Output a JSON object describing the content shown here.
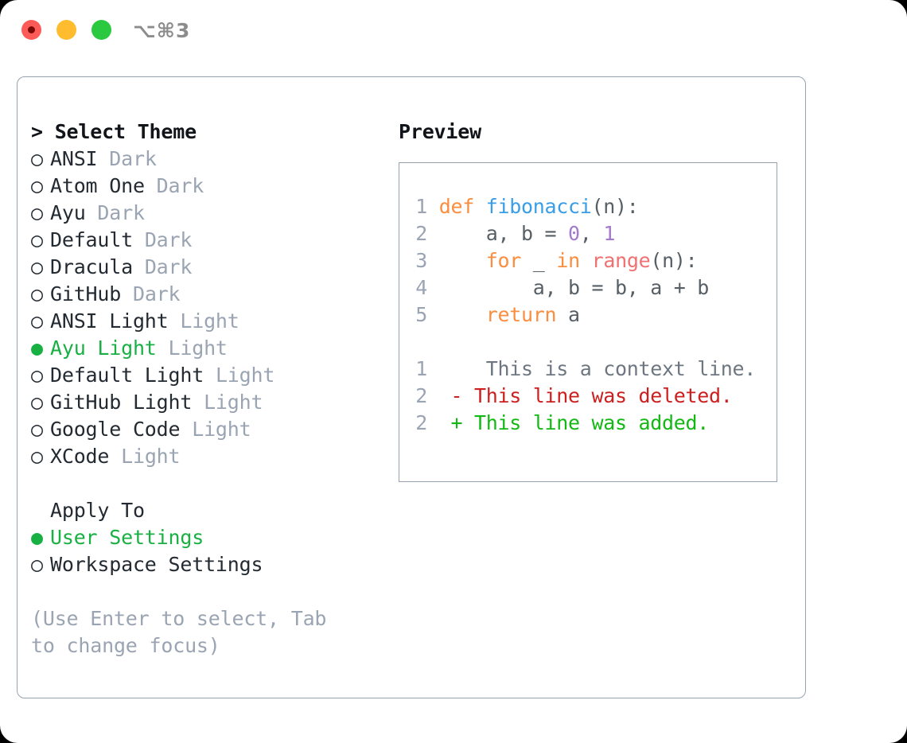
{
  "titlebar": {
    "lights": [
      {
        "name": "close",
        "color": "#fc5b58",
        "recording": true
      },
      {
        "name": "minimize",
        "color": "#febc2e",
        "recording": false
      },
      {
        "name": "zoom",
        "color": "#2ac940",
        "recording": false
      }
    ],
    "shortcut": "⌥⌘3"
  },
  "theme_picker": {
    "heading": "> Select Theme",
    "bullet_unselected": "○",
    "bullet_selected": "●",
    "accent_color": "#19b043",
    "variant_color": "#9aa4b2",
    "items": [
      {
        "bullet": "○",
        "name": "ANSI",
        "variant": "Dark",
        "selected": false
      },
      {
        "bullet": "○",
        "name": "Atom One",
        "variant": "Dark",
        "selected": false
      },
      {
        "bullet": "○",
        "name": "Ayu",
        "variant": "Dark",
        "selected": false
      },
      {
        "bullet": "○",
        "name": "Default",
        "variant": "Dark",
        "selected": false
      },
      {
        "bullet": "○",
        "name": "Dracula",
        "variant": "Dark",
        "selected": false
      },
      {
        "bullet": "○",
        "name": "GitHub",
        "variant": "Dark",
        "selected": false
      },
      {
        "bullet": "○",
        "name": "ANSI Light",
        "variant": "Light",
        "selected": false
      },
      {
        "bullet": "●",
        "name": "Ayu Light",
        "variant": "Light",
        "selected": true
      },
      {
        "bullet": "○",
        "name": "Default Light",
        "variant": "Light",
        "selected": false
      },
      {
        "bullet": "○",
        "name": "GitHub Light",
        "variant": "Light",
        "selected": false
      },
      {
        "bullet": "○",
        "name": "Google Code",
        "variant": "Light",
        "selected": false
      },
      {
        "bullet": "○",
        "name": "XCode",
        "variant": "Light",
        "selected": false
      }
    ]
  },
  "apply_to": {
    "heading": "Apply To",
    "items": [
      {
        "bullet": "●",
        "label": "User Settings",
        "selected": true
      },
      {
        "bullet": "○",
        "label": "Workspace Settings",
        "selected": false
      }
    ]
  },
  "hint": "(Use Enter to select, Tab to change focus)",
  "preview": {
    "title": "Preview",
    "code_lines": [
      {
        "number": "1",
        "tokens": [
          {
            "text": "def ",
            "kind": "kw"
          },
          {
            "text": "fibonacci",
            "kind": "fn"
          },
          {
            "text": "(n):",
            "kind": "punc"
          }
        ]
      },
      {
        "number": "2",
        "tokens": [
          {
            "text": "    a, b = ",
            "kind": "txt"
          },
          {
            "text": "0",
            "kind": "num"
          },
          {
            "text": ", ",
            "kind": "txt"
          },
          {
            "text": "1",
            "kind": "num"
          }
        ]
      },
      {
        "number": "3",
        "tokens": [
          {
            "text": "    ",
            "kind": "txt"
          },
          {
            "text": "for",
            "kind": "kw"
          },
          {
            "text": " _ ",
            "kind": "txt"
          },
          {
            "text": "in",
            "kind": "kw"
          },
          {
            "text": " ",
            "kind": "txt"
          },
          {
            "text": "range",
            "kind": "call"
          },
          {
            "text": "(n):",
            "kind": "punc"
          }
        ]
      },
      {
        "number": "4",
        "tokens": [
          {
            "text": "        a, b = b, a + b",
            "kind": "txt"
          }
        ]
      },
      {
        "number": "5",
        "tokens": [
          {
            "text": "    ",
            "kind": "txt"
          },
          {
            "text": "return",
            "kind": "kw"
          },
          {
            "text": " a",
            "kind": "txt"
          }
        ]
      }
    ],
    "diff_lines": [
      {
        "number": "1",
        "marker": " ",
        "text": "  This is a context line.",
        "kind": "ctx"
      },
      {
        "number": "2",
        "marker": "-",
        "text": " This line was deleted.",
        "kind": "del"
      },
      {
        "number": "2",
        "marker": "+",
        "text": " This line was added.",
        "kind": "add"
      }
    ],
    "syntax_colors": {
      "keyword": "#fa8d3e",
      "function": "#399ee6",
      "number": "#a37acc",
      "builtin_call": "#f07171",
      "plain": "#575f66",
      "line_number": "#9aa4b2",
      "diff_context": "#6e7781",
      "diff_deleted": "#cc1f1f",
      "diff_added": "#14b814"
    }
  }
}
